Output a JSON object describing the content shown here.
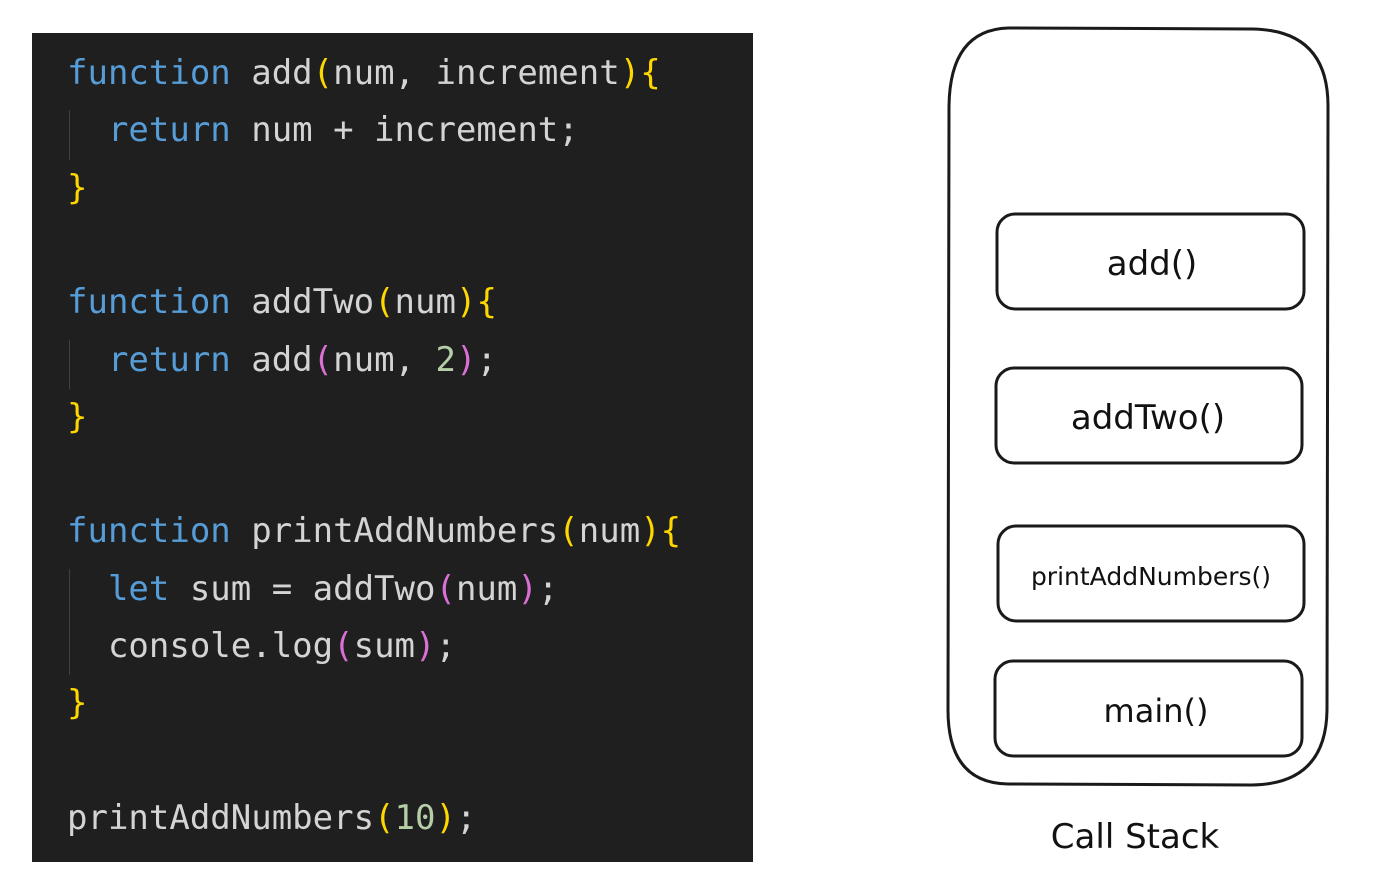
{
  "theme": {
    "background": "#1f1f1f",
    "text": "#d4d4d4",
    "keyword": "#569cd6",
    "function": "#dcdcaa",
    "brace": "#ffd700",
    "paren": "#da70d6",
    "number": "#b5cea8"
  },
  "code": {
    "lines": [
      [
        {
          "t": "function",
          "c": "keyword"
        },
        {
          "t": " add",
          "c": "text"
        },
        {
          "t": "(",
          "c": "brace"
        },
        {
          "t": "num, increment",
          "c": "text"
        },
        {
          "t": ")",
          "c": "brace"
        },
        {
          "t": "{",
          "c": "brace"
        }
      ],
      [
        {
          "t": "  return",
          "c": "keyword"
        },
        {
          "t": " num + increment;",
          "c": "text"
        }
      ],
      [
        {
          "t": "}",
          "c": "brace"
        }
      ],
      [],
      [
        {
          "t": "function",
          "c": "keyword"
        },
        {
          "t": " addTwo",
          "c": "text"
        },
        {
          "t": "(",
          "c": "brace"
        },
        {
          "t": "num",
          "c": "text"
        },
        {
          "t": ")",
          "c": "brace"
        },
        {
          "t": "{",
          "c": "brace"
        }
      ],
      [
        {
          "t": "  return",
          "c": "keyword"
        },
        {
          "t": " add",
          "c": "text"
        },
        {
          "t": "(",
          "c": "paren"
        },
        {
          "t": "num, ",
          "c": "text"
        },
        {
          "t": "2",
          "c": "number"
        },
        {
          "t": ")",
          "c": "paren"
        },
        {
          "t": ";",
          "c": "text"
        }
      ],
      [
        {
          "t": "}",
          "c": "brace"
        }
      ],
      [],
      [
        {
          "t": "function",
          "c": "keyword"
        },
        {
          "t": " printAddNumbers",
          "c": "text"
        },
        {
          "t": "(",
          "c": "brace"
        },
        {
          "t": "num",
          "c": "text"
        },
        {
          "t": ")",
          "c": "brace"
        },
        {
          "t": "{",
          "c": "brace"
        }
      ],
      [
        {
          "t": "  let",
          "c": "keyword"
        },
        {
          "t": " sum = addTwo",
          "c": "text"
        },
        {
          "t": "(",
          "c": "paren"
        },
        {
          "t": "num",
          "c": "text"
        },
        {
          "t": ")",
          "c": "paren"
        },
        {
          "t": ";",
          "c": "text"
        }
      ],
      [
        {
          "t": "  console.log",
          "c": "text"
        },
        {
          "t": "(",
          "c": "paren"
        },
        {
          "t": "sum",
          "c": "text"
        },
        {
          "t": ")",
          "c": "paren"
        },
        {
          "t": ";",
          "c": "text"
        }
      ],
      [
        {
          "t": "}",
          "c": "brace"
        }
      ],
      [],
      [
        {
          "t": "printAddNumbers",
          "c": "text"
        },
        {
          "t": "(",
          "c": "brace"
        },
        {
          "t": "10",
          "c": "number"
        },
        {
          "t": ")",
          "c": "brace"
        },
        {
          "t": ";",
          "c": "text"
        }
      ]
    ]
  },
  "stack": {
    "frames": [
      "add()",
      "addTwo()",
      "printAddNumbers()",
      "main()"
    ],
    "label": "Call Stack"
  }
}
